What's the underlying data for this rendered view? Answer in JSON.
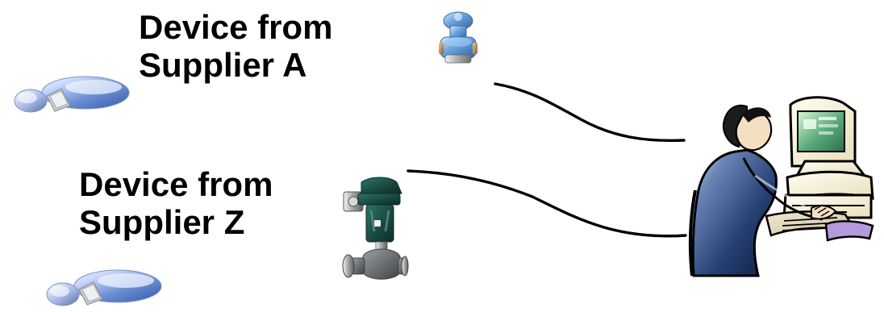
{
  "labels": {
    "supplier_a": {
      "line1": "Device from",
      "line2": "Supplier A"
    },
    "supplier_z": {
      "line1": "Device from",
      "line2": "Supplier Z"
    }
  },
  "icons": {
    "usb_a": "usb-drive-icon",
    "usb_z": "usb-drive-icon",
    "transmitter": "pressure-transmitter-icon",
    "valve": "control-valve-icon",
    "operator": "operator-workstation-icon"
  },
  "colors": {
    "text": "#000000",
    "background": "#ffffff",
    "usb_blue": "#6d8fd2",
    "valve_green": "#1a4d45",
    "operator_blue": "#253f73",
    "monitor_green": "#58a879",
    "keyboard_purple": "#b49add"
  }
}
